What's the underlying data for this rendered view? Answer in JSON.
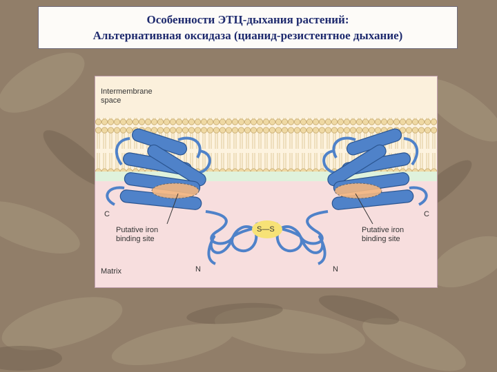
{
  "slide": {
    "title_line1": "Особенности ЭТЦ-дыхания растений:",
    "title_line2": "Альтернативная оксидаза (цианид-резистентное дыхание)"
  },
  "figure": {
    "intermembrane_line1": "Intermembrane",
    "intermembrane_line2": "space",
    "matrix": "Matrix",
    "left_site_line1": "Putative iron",
    "left_site_line2": "binding site",
    "right_site_line1": "Putative iron",
    "right_site_line2": "binding site",
    "left_c": "C",
    "right_c": "C",
    "left_n": "N",
    "right_n": "N",
    "disulfide": "S—S"
  },
  "colors": {
    "helix": "#4f82c9",
    "helix_edge": "#2b5590",
    "membrane_head": "#e9d09a",
    "matrix_bg": "#f7dede",
    "ims_bg": "#fbf0dc",
    "title_text": "#1e2a6e"
  }
}
